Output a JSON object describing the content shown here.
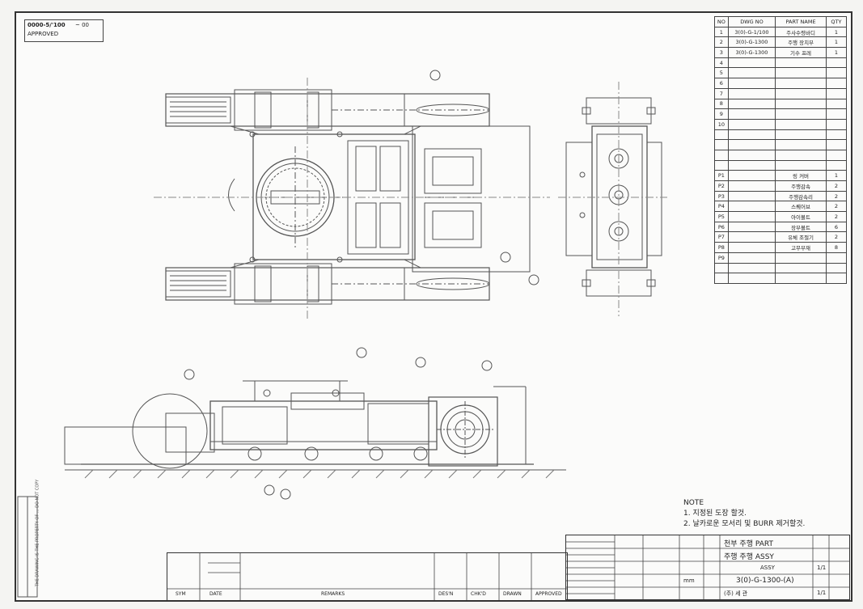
{
  "stamp": {
    "line1": "0000-5/'100",
    "line2": "APPROVED",
    "line3": "~ 00"
  },
  "parts_table": {
    "headers": [
      "NO",
      "DWG NO",
      "PART NAME",
      "QTY"
    ],
    "rows": [
      [
        "1",
        "3(0)-G-1/100",
        "주사수령바디",
        "1"
      ],
      [
        "2",
        "3(0)-G-1300",
        "주행 장치부",
        "1"
      ],
      [
        "3",
        "3(0)-G-1300",
        "기수 프레",
        "1"
      ],
      [
        "4",
        "",
        "",
        ""
      ],
      [
        "5",
        "",
        "",
        ""
      ],
      [
        "6",
        "",
        "",
        ""
      ],
      [
        "7",
        "",
        "",
        ""
      ],
      [
        "8",
        "",
        "",
        ""
      ],
      [
        "9",
        "",
        "",
        ""
      ],
      [
        "10",
        "",
        "",
        ""
      ],
      [
        "",
        "",
        "",
        ""
      ],
      [
        "",
        "",
        "",
        ""
      ],
      [
        "",
        "",
        "",
        ""
      ],
      [
        "",
        "",
        "",
        ""
      ],
      [
        "P1",
        "",
        "링 커버",
        "1"
      ],
      [
        "P2",
        "",
        "주행감속",
        "2"
      ],
      [
        "P3",
        "",
        "주행감속리",
        "2"
      ],
      [
        "P4",
        "",
        "스퀘어브",
        "2"
      ],
      [
        "P5",
        "",
        "아이볼트",
        "2"
      ],
      [
        "P6",
        "",
        "장부볼트",
        "6"
      ],
      [
        "P7",
        "",
        "유체 조절기",
        "2"
      ],
      [
        "P8",
        "",
        "고무부재",
        "8"
      ],
      [
        "P9",
        "",
        "",
        ""
      ],
      [
        "",
        "",
        "",
        ""
      ],
      [
        "",
        "",
        "",
        ""
      ]
    ]
  },
  "notes": {
    "title": "NOTE",
    "line1": "1. 지정된 도장 할것.",
    "line2": "2. 날카로운 모서리 및 BURR 제거할것."
  },
  "title_block": {
    "part_title": "천부 주행 PART",
    "assy_title": "주행 주행 ASSY",
    "dwg_no": "3(0)-G-1300-(A)",
    "assy_label": "ASSY",
    "scale_label": "1/1",
    "company": "(주) 세 관",
    "sheet": "1/1",
    "unit_label": "mm"
  },
  "revision_table": {
    "headers": [
      "SYM",
      "DATE",
      "REMARKS",
      "DES'N",
      "CHK'D",
      "DRAWN",
      "APPROVED"
    ]
  },
  "margin_note": "THE DRAWING IS THE PROPERTY OF ... DO NOT COPY"
}
